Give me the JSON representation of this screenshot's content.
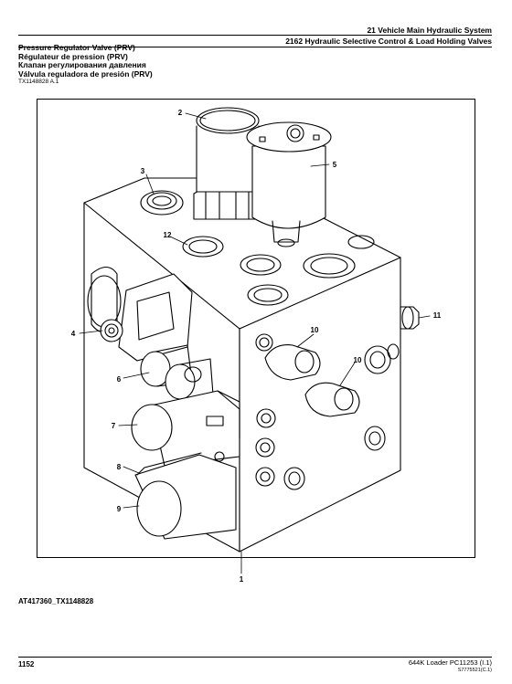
{
  "header": {
    "line1": "21 Vehicle Main Hydraulic System",
    "line2": "2162 Hydraulic Selective Control & Load Holding Valves"
  },
  "titles": [
    "Pressure Regulator Valve (PRV)",
    "Régulateur de pression (PRV)",
    "Клапан регулирования давления",
    "Válvula reguladora de presión (PRV)"
  ],
  "reference": "TX1148828 A.1",
  "callouts": [
    "1",
    "2",
    "3",
    "4",
    "5",
    "6",
    "7",
    "8",
    "9",
    "10",
    "10",
    "11",
    "12"
  ],
  "caption": "AT417360_TX1148828",
  "footer": {
    "page_number": "1152",
    "document": "644K Loader   PC11253   (I.1)",
    "id": "S7775521(C.1)"
  }
}
